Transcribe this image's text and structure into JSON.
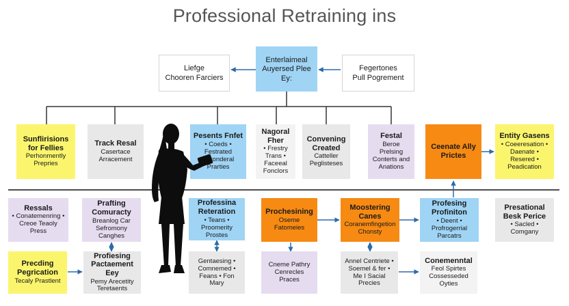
{
  "title": "Professional Retraining ins",
  "colors": {
    "yellow": "#fbf56d",
    "grey": "#e8e8e8",
    "blue": "#9fd4f5",
    "purple": "#e6dcf0",
    "orange": "#f78a13",
    "line": "#333333",
    "arrow": "#2d6aa8"
  },
  "top": {
    "left": {
      "line1": "Liefge",
      "line2": "Chooren Farciers"
    },
    "center": {
      "line1": "Enterlaimeal",
      "line2": "Auyersed Plee",
      "line3": "Ey:"
    },
    "right": {
      "line1": "Fegertones",
      "line2": "Pull Pogrement"
    }
  },
  "row1": [
    {
      "h": "Sunflirisions for Fellies",
      "b": "Perhonmently Prepries"
    },
    {
      "h": "Track Resal",
      "b": "Casertace Arracement"
    },
    {
      "h": "Pesents Fnfet",
      "b": "• Coeds • Festrated Suronderal Prarties"
    },
    {
      "h": "Nagoral Fher",
      "b": "• Frestry Trans • Faceeal Fonclors"
    },
    {
      "h": "Convening Created",
      "b": "Catteller Peglisteses"
    },
    {
      "h": "Festal",
      "b": "Beroe Prelsing Conterts and Anations"
    },
    {
      "h": "Ceenate Ally Prictes",
      "b": ""
    },
    {
      "h": "Entity Gasens",
      "b": "• Coeeresation • Daenate • Resered • Peadication"
    }
  ],
  "row2": [
    {
      "h": "Ressals",
      "b": "• Conatemenring • Creoe Teaoly Press"
    },
    {
      "h": "Prafting Comuracty",
      "b": "Breanlog Car Sefromony Canghes"
    },
    {
      "h": "Professina Reteration",
      "b": "• Teans • Proomerity Prostes"
    },
    {
      "h": "Prochesining",
      "b": "Oseme Fatomeies"
    },
    {
      "h": "Moostering Canes",
      "b": "Coranemfingetion Chonsty"
    },
    {
      "h": "Profesing Profiniton",
      "b": "• Deent • Profrogerrial Parcatrs"
    },
    {
      "h": "Presational Besk Perice",
      "b": "• Sacled • Comgany"
    }
  ],
  "row3": [
    {
      "h": "Precding Pegrication",
      "b": "Tecaly Prastlent"
    },
    {
      "h": "Profiesing Pactaement Eey",
      "b": "Pemy Arecetity Teretaents"
    },
    {
      "h": "",
      "b": "Gentaesing • Comnemed • Feans • Fon Mary"
    },
    {
      "h": "",
      "b": "Cneme Pathry Cenrecles Praces"
    },
    {
      "h": "",
      "b": "Annel Centriete • Soemel & fer • Me I Sacial Precies"
    },
    {
      "h": "Conemenntal",
      "b": "Feol Spirtes Cossesseded Oyties"
    }
  ]
}
